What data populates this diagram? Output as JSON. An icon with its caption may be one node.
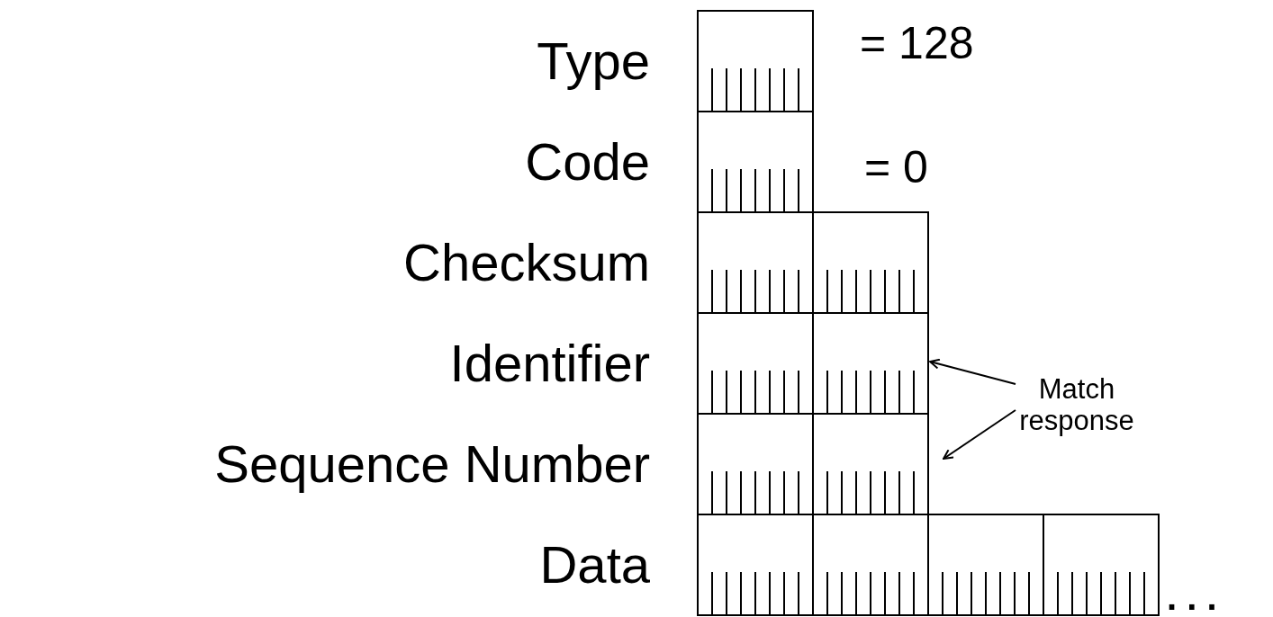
{
  "diagram": {
    "nodes": [
      {
        "text": [
          "Match response"
        ]
      },
      {
        "text": [],
        "shape": "box"
      },
      {
        "text": [],
        "shape": "box"
      }
    ],
    "edges": [
      {
        "from": 0,
        "to": 1,
        "arrow": "to"
      },
      {
        "from": 0,
        "to": 2,
        "arrow": "to"
      }
    ],
    "labels": [
      "Type",
      "Code",
      "Checksum",
      "Identifier",
      "Sequence Number",
      "Data",
      "= 128",
      "= 0",
      ". . ."
    ]
  }
}
